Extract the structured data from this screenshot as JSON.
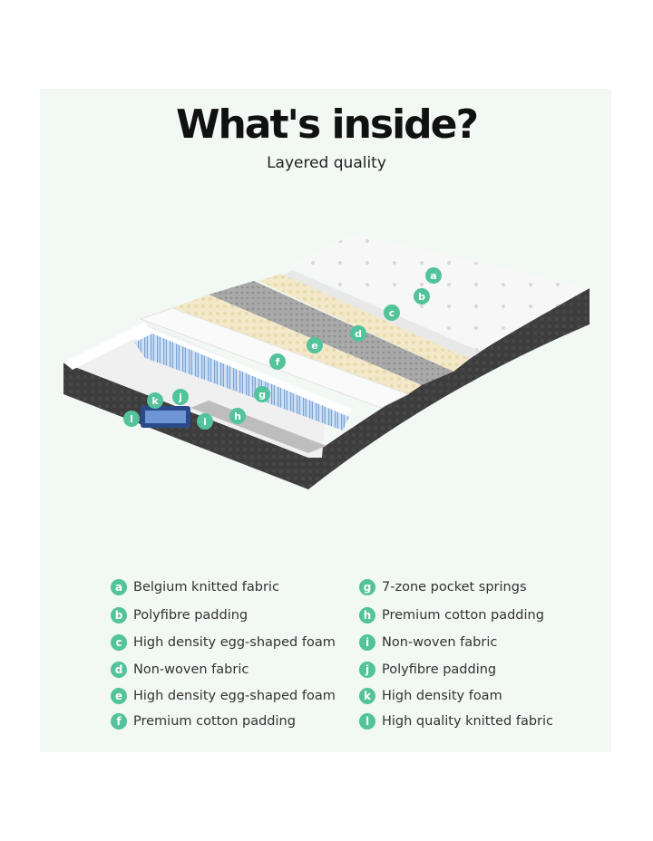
{
  "header": {
    "title": "What's inside?",
    "subtitle": "Layered quality"
  },
  "accent_color": "#52c39a",
  "mattress_labels": [
    "a",
    "b",
    "c",
    "d",
    "e",
    "f",
    "g",
    "h",
    "i",
    "j",
    "k",
    "l"
  ],
  "legend": {
    "left": [
      {
        "letter": "a",
        "text": "Belgium knitted fabric"
      },
      {
        "letter": "b",
        "text": "Polyfibre padding"
      },
      {
        "letter": "c",
        "text": "High density egg-shaped foam"
      },
      {
        "letter": "d",
        "text": "Non-woven fabric"
      },
      {
        "letter": "e",
        "text": "High density egg-shaped foam"
      },
      {
        "letter": "f",
        "text": "Premium cotton padding"
      }
    ],
    "right": [
      {
        "letter": "g",
        "text": "7-zone pocket springs"
      },
      {
        "letter": "h",
        "text": "Premium cotton padding"
      },
      {
        "letter": "i",
        "text": "Non-woven fabric"
      },
      {
        "letter": "j",
        "text": "Polyfibre padding"
      },
      {
        "letter": "k",
        "text": "High density foam"
      },
      {
        "letter": "l",
        "text": "High quality knitted fabric"
      }
    ]
  }
}
